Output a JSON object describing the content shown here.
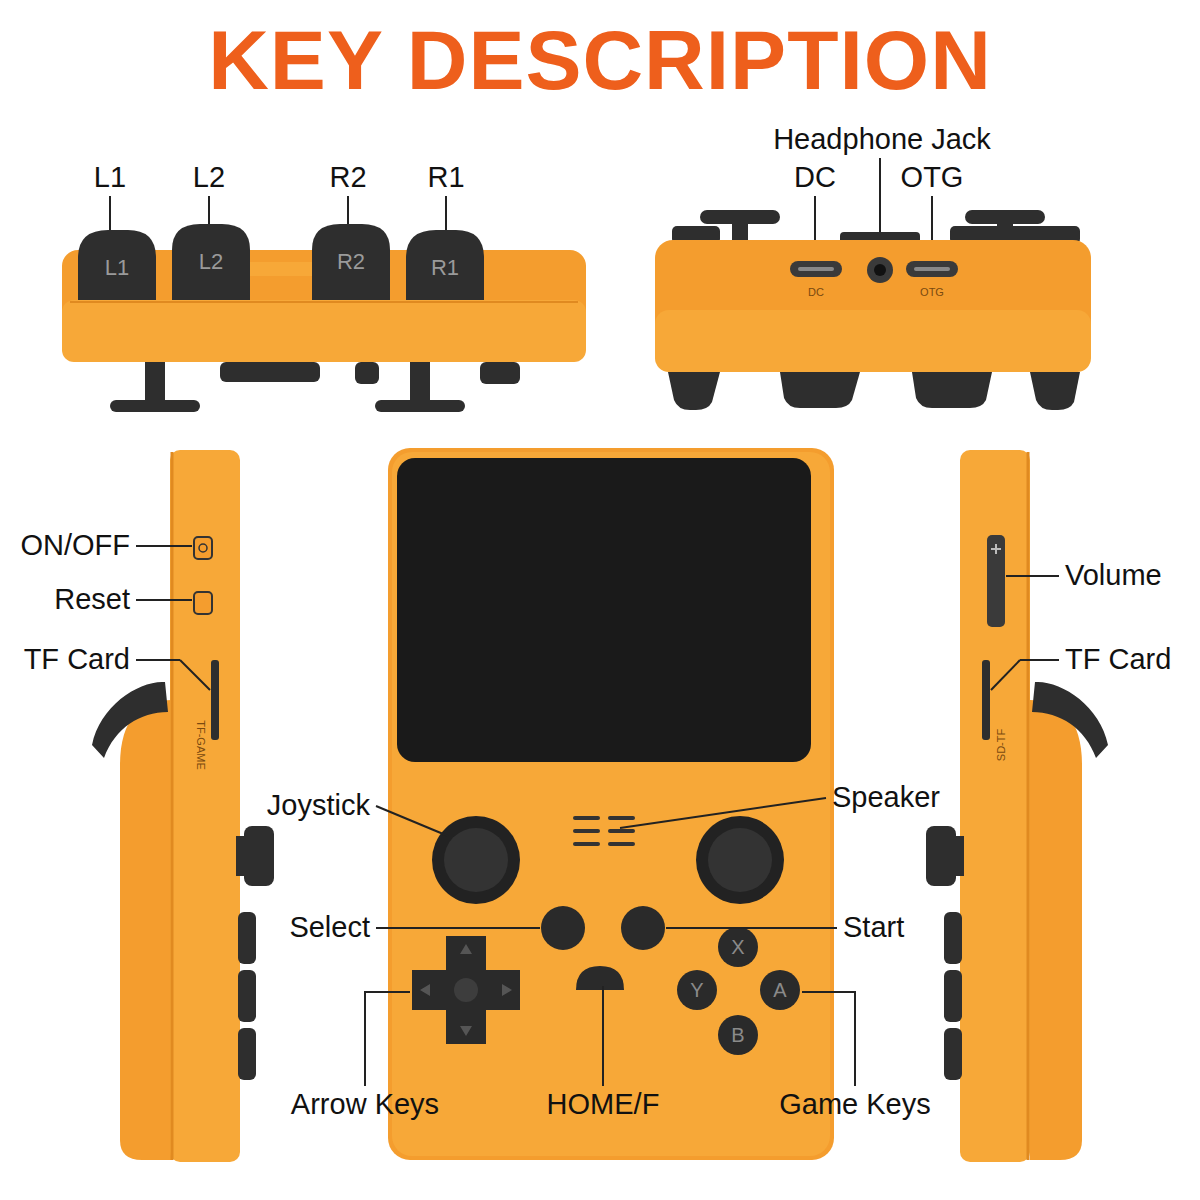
{
  "diagram": {
    "title": "KEY DESCRIPTION",
    "labels": [
      "L1",
      "L2",
      "R2",
      "R1",
      "L1",
      "L2",
      "R2",
      "R1",
      "Headphone Jack",
      "DC",
      "OTG",
      "DC",
      "OTG",
      "ON/OFF",
      "Reset",
      "TF Card",
      "TF-GAME",
      "Volume",
      "TF Card",
      "SD-TF",
      "Joystick",
      "Speaker",
      "Select",
      "Start",
      "X",
      "Y",
      "A",
      "B",
      "Arrow Keys",
      "HOME/F",
      "Game Keys"
    ]
  }
}
